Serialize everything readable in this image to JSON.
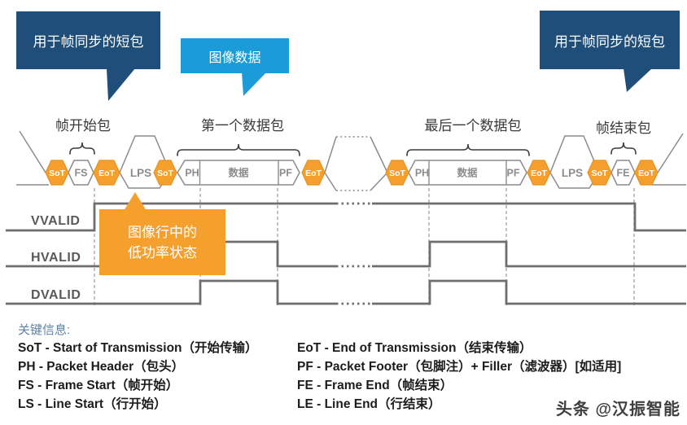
{
  "colors": {
    "navy": "#1f4e7a",
    "light_blue": "#1b9cd8",
    "orange": "#f5a02d",
    "bus_outline_gray": "#8c8c8c",
    "waveform_gray": "#6e6e6e",
    "dashed_guide_gray": "#a8a8a8",
    "legend_title_blue": "#5e80a8",
    "legend_text": "#1c1c1c"
  },
  "callouts": {
    "left_short_packet": "用于帧同步的短包",
    "image_data": "图像数据",
    "right_short_packet": "用于帧同步的短包",
    "low_power_line1": "图像行中的",
    "low_power_line2": "低功率状态"
  },
  "diagram": {
    "group_labels": {
      "frame_start": "帧开始包",
      "first_data": "第一个数据包",
      "last_data": "最后一个数据包",
      "frame_end": "帧结束包"
    },
    "segment_labels": {
      "sot": "SoT",
      "eot": "EoT",
      "fs": "FS",
      "fe": "FE",
      "lps": "LPS",
      "ph": "PH",
      "data": "数据",
      "pf": "PF"
    }
  },
  "signals": {
    "v": "VVALID",
    "h": "HVALID",
    "d": "DVALID"
  },
  "legend": {
    "title": "关键信息:",
    "left": [
      "SoT - Start of Transmission（开始传输）",
      "PH - Packet Header（包头）",
      "FS - Frame Start（帧开始）",
      "LS - Line Start（行开始）"
    ],
    "right": [
      "EoT - End of Transmission（结束传输）",
      "PF - Packet Footer（包脚注）+ Filler（滤波器）[如适用]",
      "FE - Frame End（帧结束）",
      "LE - Line End（行结束）"
    ]
  },
  "watermark": "头条 @汉振智能"
}
